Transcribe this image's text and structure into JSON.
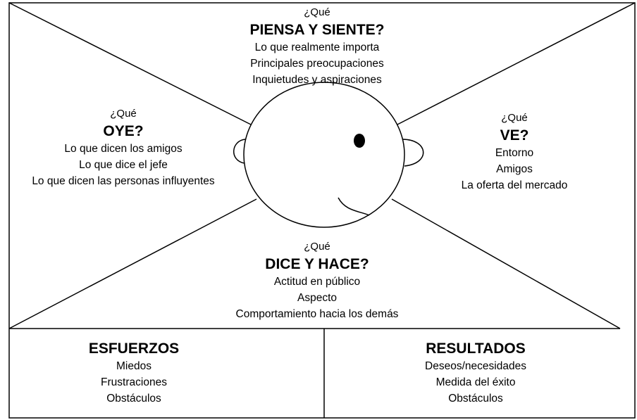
{
  "think": {
    "prefix": "¿Qué",
    "heading": "PIENSA Y SIENTE?",
    "items": [
      "Lo que realmente importa",
      "Principales preocupaciones",
      "Inquietudes y aspiraciones"
    ]
  },
  "hear": {
    "prefix": "¿Qué",
    "heading": "OYE?",
    "items": [
      "Lo que dicen los amigos",
      "Lo que dice el jefe",
      "Lo que dicen las personas influyentes"
    ]
  },
  "see": {
    "prefix": "¿Qué",
    "heading": "VE?",
    "items": [
      "Entorno",
      "Amigos",
      "La oferta del mercado"
    ]
  },
  "say": {
    "prefix": "¿Qué",
    "heading": "DICE Y HACE?",
    "items": [
      "Actitud en público",
      "Aspecto",
      "Comportamiento hacia los demás"
    ]
  },
  "pain": {
    "heading": "ESFUERZOS",
    "items": [
      "Miedos",
      "Frustraciones",
      "Obstáculos"
    ]
  },
  "gain": {
    "heading": "RESULTADOS",
    "items": [
      "Deseos/necesidades",
      "Medida del éxito",
      "Obstáculos"
    ]
  },
  "colors": {
    "line": "#000000",
    "background": "#ffffff"
  }
}
